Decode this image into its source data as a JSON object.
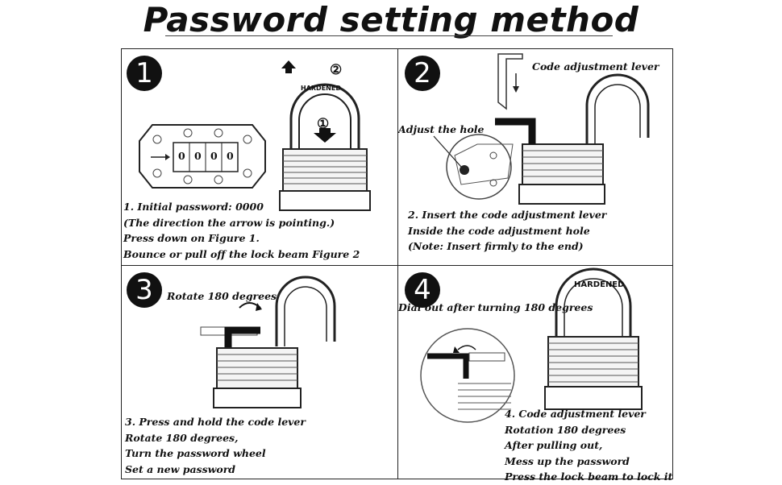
{
  "title": "Password setting method",
  "panels": [
    {
      "number": "1",
      "lines": [
        "1. Initial password: 0000",
        "(The direction the arrow is pointing.)",
        "Press down on Figure 1.",
        "Bounce or pull off the lock beam Figure 2"
      ],
      "lock_text": "HARDENED",
      "marks": [
        "①",
        "②"
      ],
      "dials": [
        "0",
        "0",
        "0",
        "0"
      ]
    },
    {
      "number": "2",
      "label_lever": "Code adjustment lever",
      "label_hole": "Adjust the hole",
      "lines": [
        "2. Insert the code adjustment lever",
        "Inside the code adjustment hole",
        "(Note: Insert firmly to the end)"
      ]
    },
    {
      "number": "3",
      "label_rotate": "Rotate 180 degrees",
      "lines": [
        "3. Press and hold the code lever",
        "Rotate 180 degrees,",
        "Turn the password wheel",
        "Set a new password"
      ]
    },
    {
      "number": "4",
      "label_dial": "Dial out after turning 180 degrees",
      "lock_text": "HARDENED",
      "lines": [
        "4. Code adjustment lever",
        "Rotation 180 degrees",
        "After pulling out,",
        "Mess up the password",
        "Press the lock beam to lock it"
      ]
    }
  ]
}
